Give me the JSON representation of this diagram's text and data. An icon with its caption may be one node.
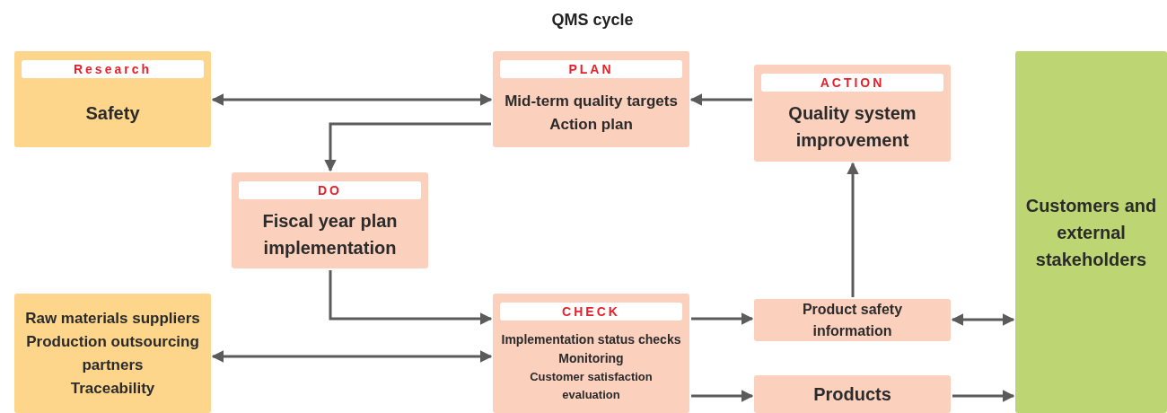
{
  "diagram": {
    "title": "QMS cycle",
    "nodes": [
      {
        "text": [
          "Research",
          "Safety"
        ]
      },
      {
        "text": [
          "PLAN",
          "Mid-term quality targets",
          "Action plan"
        ]
      },
      {
        "text": [
          "ACTION",
          "Quality system improvement"
        ]
      },
      {
        "text": [
          "Customers and external stakeholders"
        ]
      },
      {
        "text": [
          "DO",
          "Fiscal year plan implementation"
        ]
      },
      {
        "text": [
          "Raw materials suppliers",
          "Production outsourcing partners",
          "Traceability"
        ]
      },
      {
        "text": [
          "CHECK",
          "Implementation status checks",
          "Monitoring",
          "Customer satisfaction evaluation"
        ]
      },
      {
        "text": [
          "Product safety information"
        ]
      },
      {
        "text": [
          "Products"
        ]
      }
    ],
    "edges": [
      {
        "from": 0,
        "to": 1,
        "arrow": "both"
      },
      {
        "from": 2,
        "to": 1,
        "arrow": "to"
      },
      {
        "from": 1,
        "to": 4,
        "arrow": "to"
      },
      {
        "from": 4,
        "to": 6,
        "arrow": "to"
      },
      {
        "from": 5,
        "to": 6,
        "arrow": "both"
      },
      {
        "from": 6,
        "to": 7,
        "arrow": "to"
      },
      {
        "from": 7,
        "to": 2,
        "arrow": "to"
      },
      {
        "from": 7,
        "to": 3,
        "arrow": "both"
      },
      {
        "from": 6,
        "to": 8,
        "arrow": "to"
      },
      {
        "from": 8,
        "to": 3,
        "arrow": "to"
      }
    ]
  }
}
